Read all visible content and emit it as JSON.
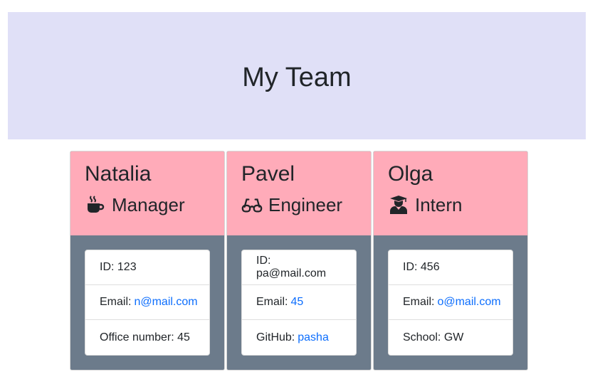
{
  "header": {
    "title": "My Team"
  },
  "cards": [
    {
      "name": "Natalia",
      "role": "Manager",
      "icon": "coffee-icon",
      "items": [
        {
          "label": "ID: 123"
        },
        {
          "label": "Email:",
          "link": "n@mail.com"
        },
        {
          "label": "Office number: 45"
        }
      ]
    },
    {
      "name": "Pavel",
      "role": "Engineer",
      "icon": "glasses-icon",
      "items": [
        {
          "label": "ID: pa@mail.com"
        },
        {
          "label": "Email:",
          "link": "45"
        },
        {
          "label": "GitHub:",
          "link": "pasha"
        }
      ]
    },
    {
      "name": "Olga",
      "role": "Intern",
      "icon": "user-graduate-icon",
      "items": [
        {
          "label": "ID: 456"
        },
        {
          "label": "Email:",
          "link": "o@mail.com"
        },
        {
          "label": "School: GW"
        }
      ]
    }
  ],
  "colors": {
    "jumbotron_bg": "#e0e0f7",
    "card_header_bg": "#ffabb9",
    "card_body_bg": "#6c7b8b",
    "link": "#0d6efd"
  }
}
